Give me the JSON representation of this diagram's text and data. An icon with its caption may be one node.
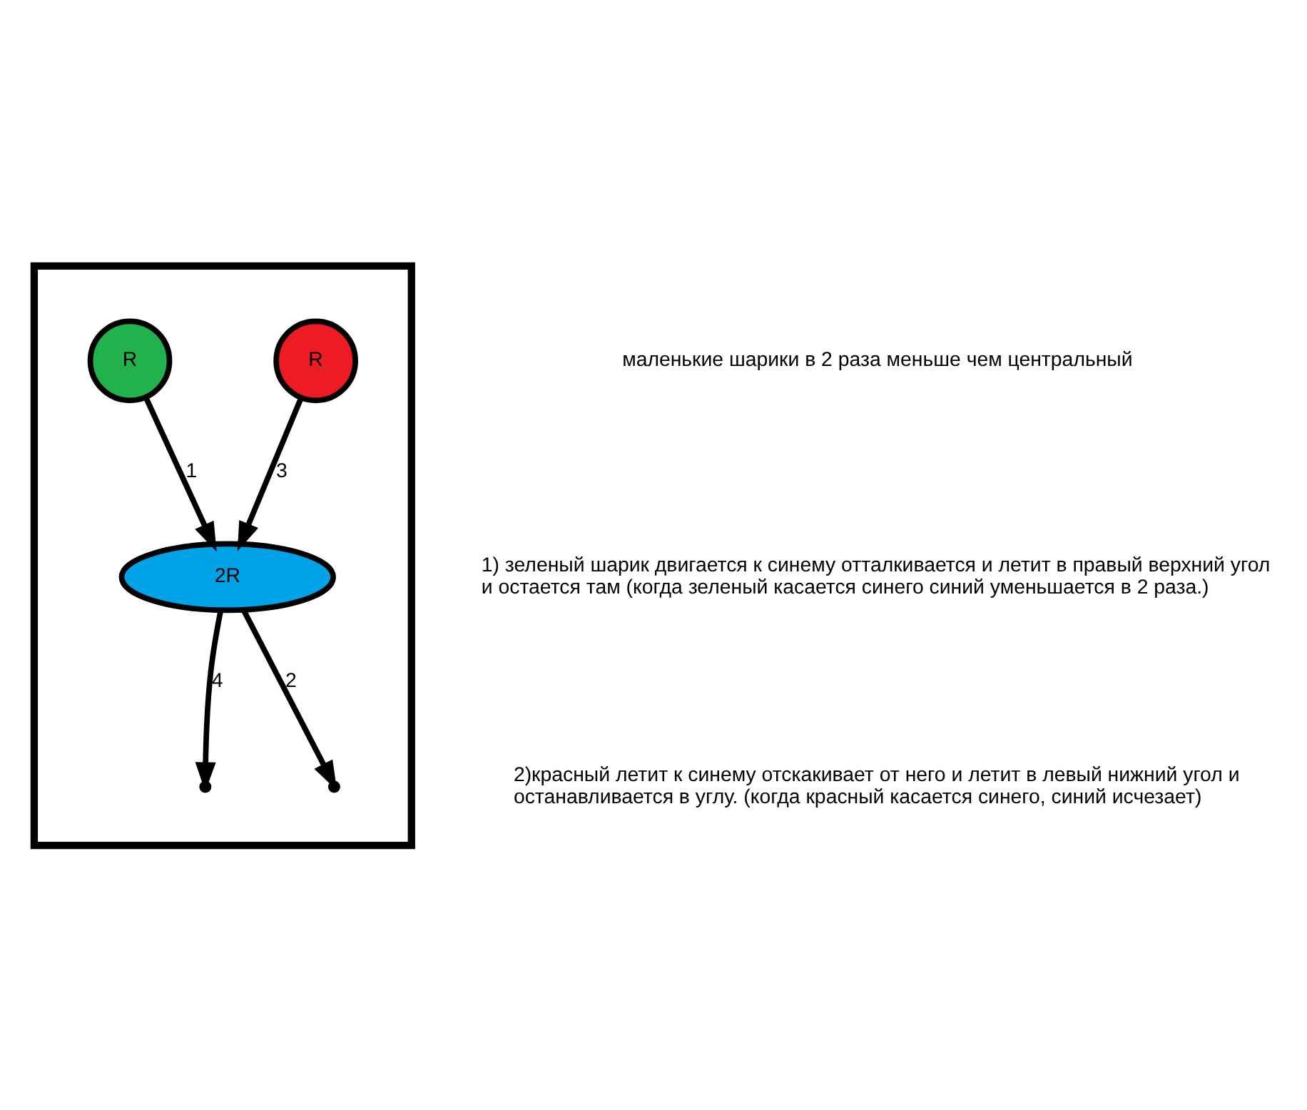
{
  "diagram": {
    "nodes": [
      {
        "text": [],
        "shape": "box"
      },
      {
        "text": [
          "R"
        ],
        "in": 0
      },
      {
        "text": [
          "2R"
        ],
        "in": 0
      },
      {
        "text": [
          "R"
        ],
        "in": 0
      }
    ],
    "edges": [
      {
        "from": 3,
        "to": 2,
        "arrow": "to",
        "label": "1"
      },
      {
        "from": 2,
        "to": null,
        "arrow": "to",
        "label": "2"
      },
      {
        "from": 1,
        "to": 2,
        "arrow": "to",
        "label": "3"
      },
      {
        "from": 2,
        "to": null,
        "arrow": "to",
        "label": "4"
      }
    ],
    "labels": [
      "маленькие шарики в 2 раза меньше чем центральный",
      "1) зеленый шарик двигается к синему отталкивается и летит в правый верхний угол и остается там (когда зеленый касается синего синий уменьшается в 2 раза.)",
      "2)красный летит к синему отскакивает от него и летит в левый нижний угол и останавливается в углу. (когда красный касается синего, синий исчезает)"
    ]
  }
}
